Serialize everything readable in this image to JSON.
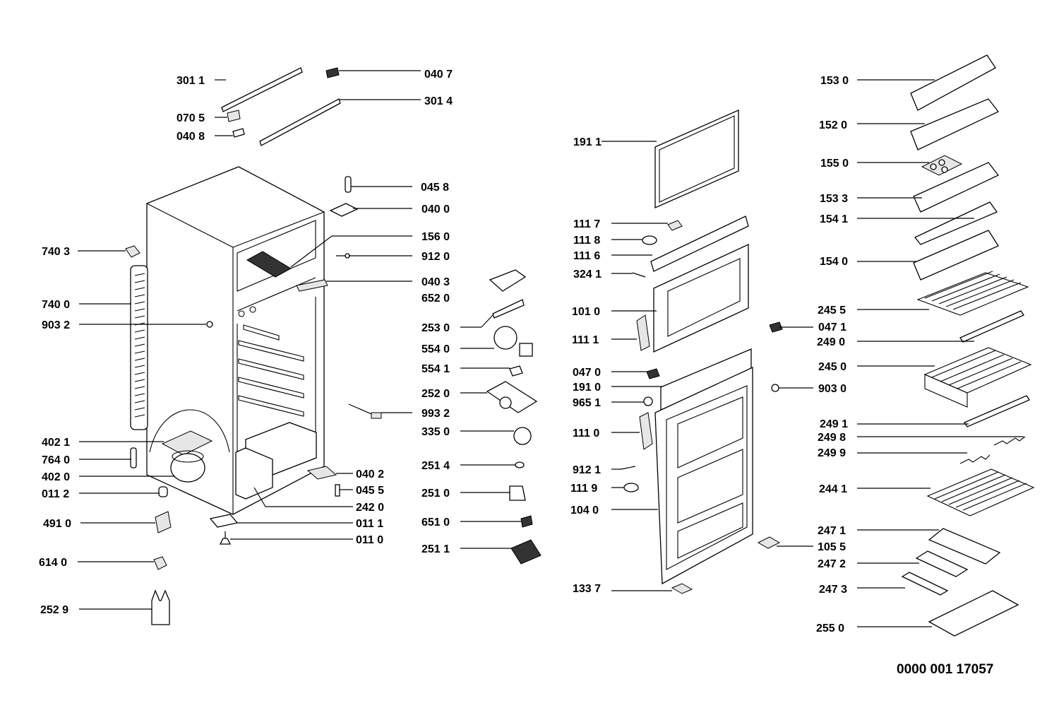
{
  "labels": {
    "p3011": "301 1",
    "p0407": "040 7",
    "p3014": "301 4",
    "p0705": "070 5",
    "p0408": "040 8",
    "p0458": "045 8",
    "p0400": "040 0",
    "p1560": "156 0",
    "p7403": "740 3",
    "p9120": "912 0",
    "p0403": "040 3",
    "p7400": "740 0",
    "p6520": "652 0",
    "p9032": "903 2",
    "p2530": "253 0",
    "p5540": "554 0",
    "p5541": "554 1",
    "p2520": "252 0",
    "p9932": "993 2",
    "p3350": "335 0",
    "p4021": "402 1",
    "p7640": "764 0",
    "p2514": "251 4",
    "p4020": "402 0",
    "p0402": "040 2",
    "p0455": "045 5",
    "p0112": "011 2",
    "p2510": "251 0",
    "p2420": "242 0",
    "p4910": "491 0",
    "p0111": "011 1",
    "p6510": "651 0",
    "p0110": "011 0",
    "p2511": "251 1",
    "p6140": "614 0",
    "p2529": "252 9",
    "p1911": "191 1",
    "p1117": "111 7",
    "p1118": "111 8",
    "p1116": "111 6",
    "p3241": "324 1",
    "p1010": "101 0",
    "p1111": "111 1",
    "p0470": "047 0",
    "p1910": "191 0",
    "p9651": "965 1",
    "p1110": "111 0",
    "p9121": "912 1",
    "p1119": "111 9",
    "p1040": "104 0",
    "p1337": "133 7",
    "p1530": "153 0",
    "p1520": "152 0",
    "p1550": "155 0",
    "p1533": "153 3",
    "p1541": "154 1",
    "p1540": "154 0",
    "p2455": "245 5",
    "p0471": "047 1",
    "p2490": "249 0",
    "p2450": "245 0",
    "p9030": "903 0",
    "p2491": "249 1",
    "p2498": "249 8",
    "p2499": "249 9",
    "p2441": "244 1",
    "p2471": "247 1",
    "p1055": "105 5",
    "p2472": "247 2",
    "p2473": "247 3",
    "p2550": "255 0"
  },
  "document_number": "0000 001 17057"
}
